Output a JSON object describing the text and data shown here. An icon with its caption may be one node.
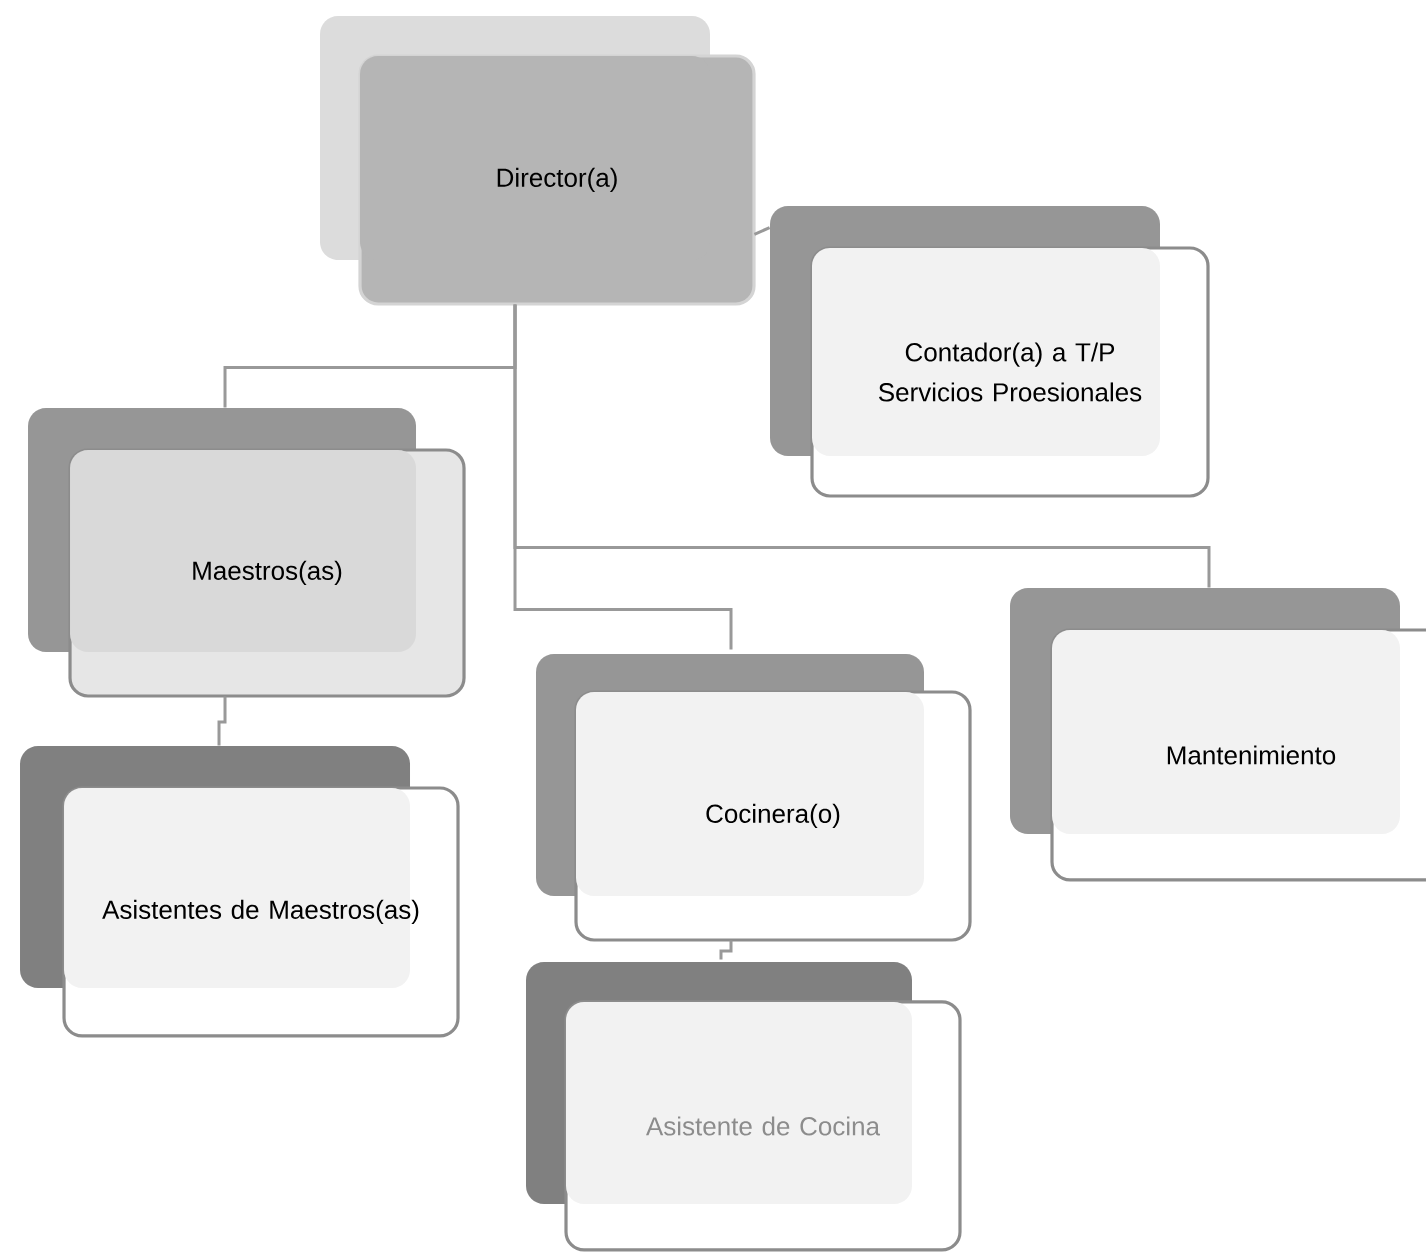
{
  "diagram": {
    "nodes": [
      {
        "text": [
          "Director(a)"
        ]
      },
      {
        "text": [
          "Contador(a) a  T/P",
          "Servicios Proesionales"
        ]
      },
      {
        "text": [
          "Maestros(as)"
        ]
      },
      {
        "text": [
          "Mantenimiento"
        ]
      },
      {
        "text": [
          "Cocinera(o)"
        ]
      },
      {
        "text": [
          "Asistentes de Maestros(as)"
        ]
      },
      {
        "text": [
          "Asistente de Cocina"
        ]
      }
    ],
    "edges": [
      {
        "from": 0,
        "to": 1,
        "arrow": "none"
      },
      {
        "from": 0,
        "to": 2,
        "arrow": "none"
      },
      {
        "from": 0,
        "to": 3,
        "arrow": "none"
      },
      {
        "from": 0,
        "to": 4,
        "arrow": "none"
      },
      {
        "from": 2,
        "to": 5,
        "arrow": "none"
      },
      {
        "from": 4,
        "to": 6,
        "arrow": "none"
      }
    ]
  }
}
